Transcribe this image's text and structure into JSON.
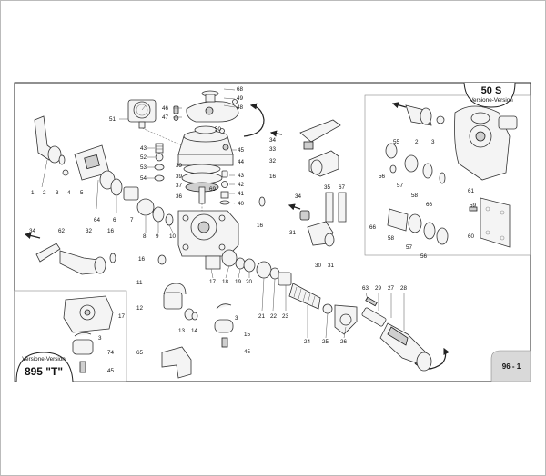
{
  "page": {
    "number": "96 - 1",
    "model_badge": "50 S",
    "model_badge_sub": "Versione-Version",
    "inset_badge": "895 \"T\"",
    "inset_badge_sub": "Versione-Version"
  },
  "labels": {
    "l68": "68",
    "l49": "49",
    "l48": "48",
    "l46": "46",
    "l47": "47",
    "l51": "51",
    "l50": "50",
    "l45a": "45",
    "l43a": "43",
    "l52": "52",
    "l53": "53",
    "l54": "54",
    "l39": "39",
    "l44": "44",
    "l42": "42",
    "l43b": "43",
    "l37": "37",
    "l69": "69",
    "l41": "41",
    "l36": "36",
    "l40": "40",
    "l34a": "34",
    "l33": "33",
    "l32a": "32",
    "l16a": "16",
    "l1": "1",
    "l2a": "2",
    "l3a": "3",
    "l4": "4",
    "l5": "5",
    "l64": "64",
    "l6": "6",
    "l7": "7",
    "l8": "8",
    "l9": "9",
    "l10": "10",
    "l16b": "16",
    "l35": "35",
    "l67": "67",
    "l34b": "34",
    "l31a": "31",
    "l30": "30",
    "l31b": "31",
    "l34c": "34",
    "l62": "62",
    "l32b": "32",
    "l16c": "16",
    "l16d": "16",
    "l17": "17",
    "l18": "18",
    "l19": "19",
    "l20": "20",
    "l21": "21",
    "l22": "22",
    "l23": "23",
    "l24": "24",
    "l25": "25",
    "l26": "26",
    "l11": "11",
    "l12": "12",
    "l13": "13",
    "l14": "14",
    "l3b": "3",
    "l15": "15",
    "l45b": "45",
    "l65": "65",
    "l63": "63",
    "l29": "29",
    "l27": "27",
    "l28": "28",
    "l55": "55",
    "l2b": "2",
    "l3c": "3",
    "l56a": "56",
    "l57a": "57",
    "l58a": "58",
    "l66a": "66",
    "l61": "61",
    "l59": "59",
    "l66b": "66",
    "l58b": "58",
    "l57b": "57",
    "l56b": "56",
    "l60": "60",
    "l17b": "17",
    "l3d": "3",
    "l74": "74",
    "l45c": "45"
  }
}
